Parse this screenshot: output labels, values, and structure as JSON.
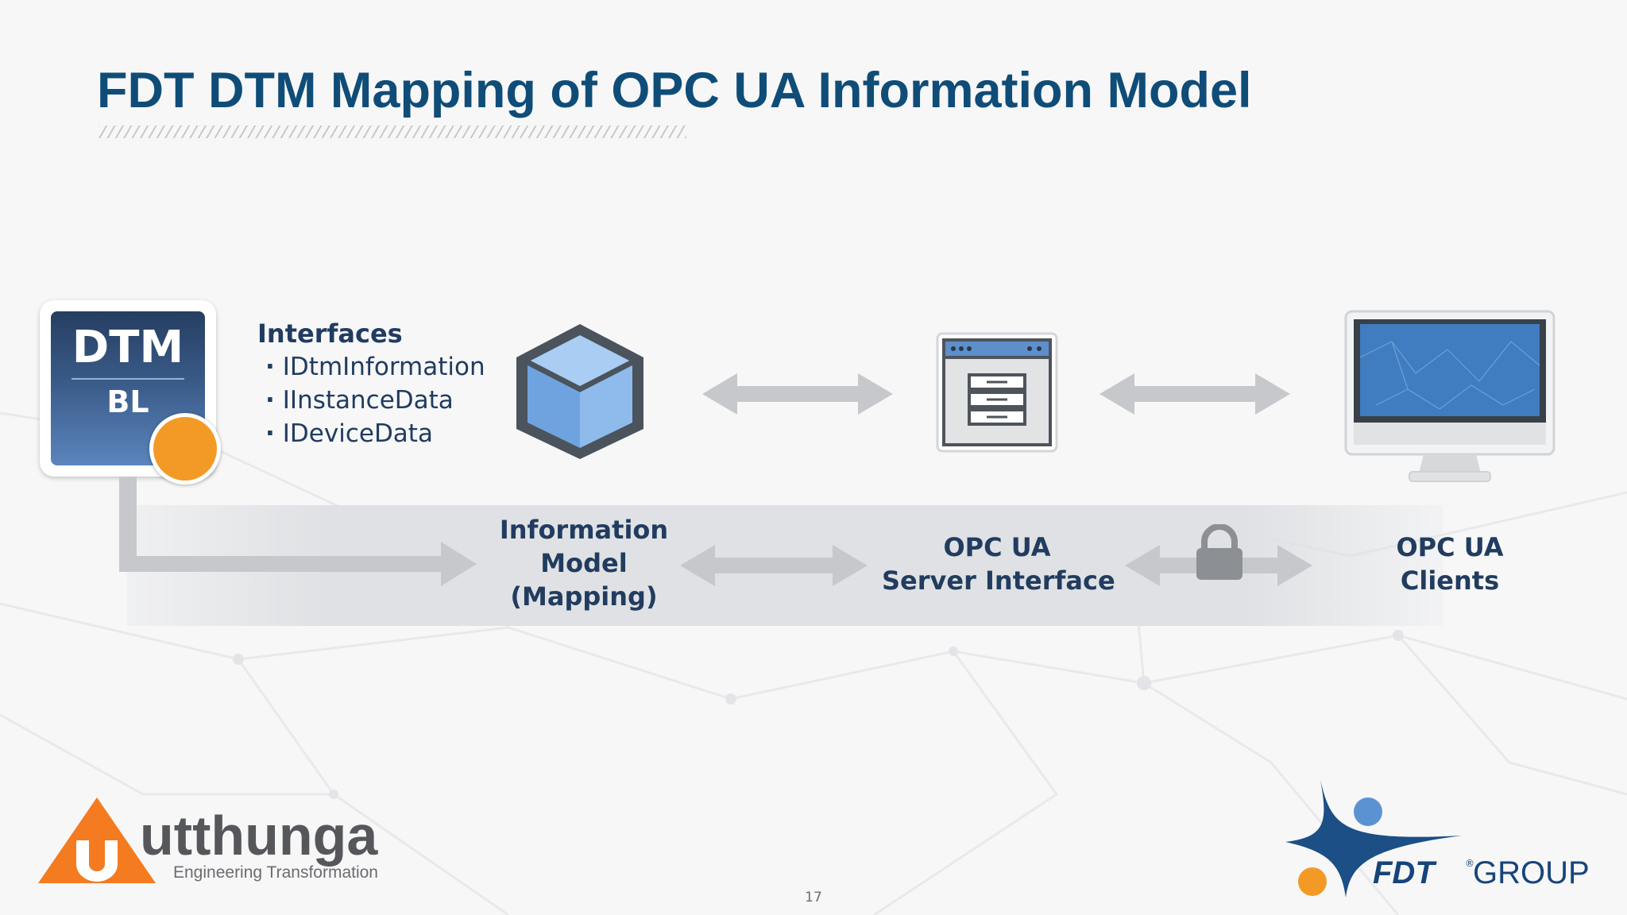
{
  "slide": {
    "title": "FDT DTM Mapping of OPC UA Information Model",
    "page_number": "17"
  },
  "dtm_tile": {
    "title": "DTM",
    "subtitle": "BL"
  },
  "interfaces": {
    "heading": "Interfaces",
    "items": [
      "IDtmInformation",
      "IInstanceData",
      "IDeviceData"
    ]
  },
  "band_labels": {
    "information_model": [
      "Information",
      "Model",
      "(Mapping)"
    ],
    "server_interface": [
      "OPC UA",
      "Server Interface"
    ],
    "clients": [
      "OPC UA",
      "Clients"
    ]
  },
  "icons": {
    "cube": "cube-icon",
    "server": "server-window-icon",
    "monitor": "monitor-icon",
    "lock": "lock-icon",
    "arrows": "double-arrow-icon"
  },
  "logos": {
    "utthunga": {
      "name": "utthunga",
      "tagline": "Engineering Transformation"
    },
    "fdt_group": {
      "mark": "FDT",
      "registered": "®",
      "suffix": "GROUP"
    }
  },
  "colors": {
    "title": "#0f4d78",
    "text_dark": "#213c5f",
    "dtm_blue": "#395a87",
    "cube_blue": "#7fb0e6",
    "accent_orange": "#f39a26",
    "arrow_gray": "#c6c8cb",
    "band_gray": "#dfe1e4"
  }
}
